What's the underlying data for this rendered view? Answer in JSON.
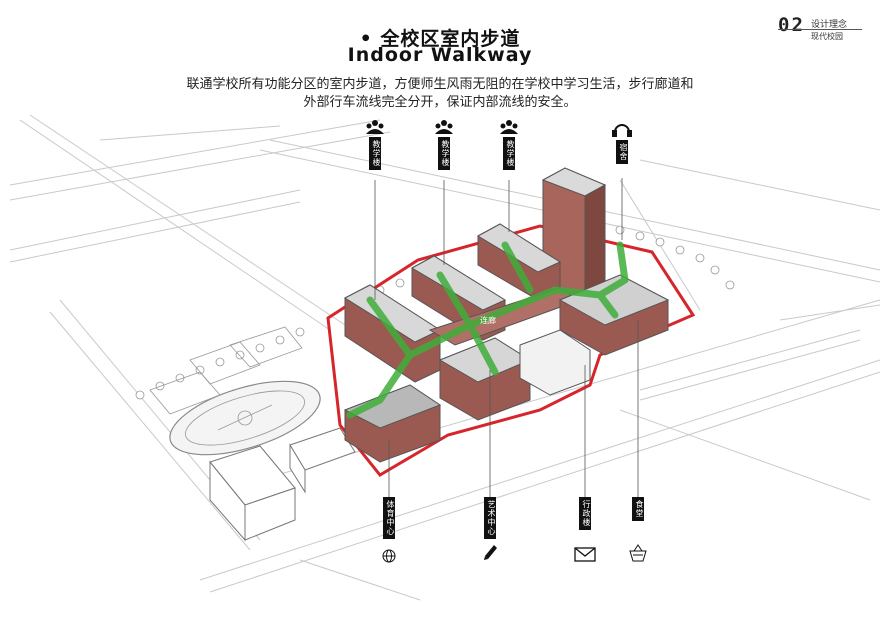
{
  "header": {
    "title_cn": "• 全校区室内步道",
    "title_en": "Indoor Walkway",
    "description_line1": "联通学校所有功能分区的室内步道，方便师生风雨无阻的在学校中学习生活，步行廊道和",
    "description_line2": "外部行车流线完全分开，保证内部流线的安全。"
  },
  "corner": {
    "number": "02",
    "label1": "设计理念",
    "label2": "现代校园"
  },
  "labels": {
    "teaching1": "教学楼",
    "teaching2": "教学楼",
    "teaching3": "教学楼",
    "dorm": "宿舍",
    "sports": "体育中心",
    "art": "艺术中心",
    "admin": "行政楼",
    "canteen": "食堂",
    "corridor": "连廊"
  },
  "colors": {
    "walkway": "#3fae3a",
    "boundary": "#d6262b",
    "building": "#9a5a52"
  },
  "icons": [
    "people-icon",
    "people-icon",
    "people-icon",
    "headphones-icon",
    "globe-icon",
    "pencil-icon",
    "envelope-icon",
    "basket-icon"
  ]
}
